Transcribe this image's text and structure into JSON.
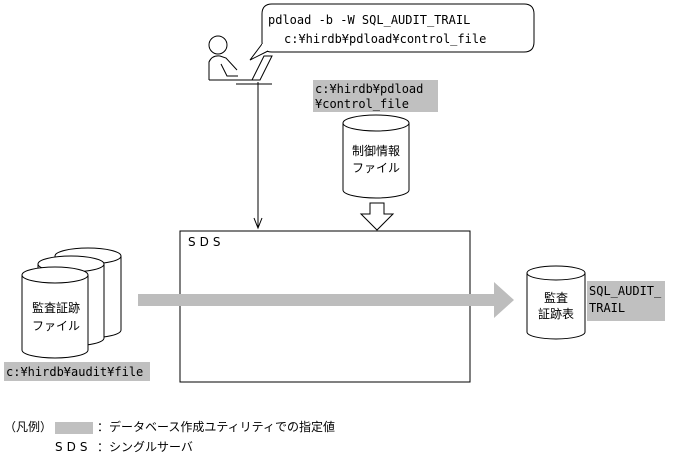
{
  "command": {
    "line1": "pdload -b -W SQL_AUDIT_TRAIL",
    "line2": "c:¥hirdb¥pdload¥control_file"
  },
  "control_file": {
    "path_line1": "c:¥hirdb¥pdload",
    "path_line2": "¥control_file",
    "label_line1": "制御情報",
    "label_line2": "ファイル"
  },
  "sds": {
    "label": "SDS"
  },
  "audit_file": {
    "label_line1": "監査証跡",
    "label_line2": "ファイル",
    "path": "c:¥hirdb¥audit¥file"
  },
  "audit_table": {
    "label_line1": "監査",
    "label_line2": "証跡表",
    "name_line1": "SQL_AUDIT_",
    "name_line2": "TRAIL"
  },
  "legend": {
    "title": "（凡例）",
    "shade_desc": "：データベース作成ユティリティでの指定値",
    "sds_term": "SDS",
    "sds_desc": "：シングルサーバ"
  },
  "colors": {
    "shade": "#c0c0c0",
    "arrow": "#bdbdbd",
    "line": "#000000"
  }
}
